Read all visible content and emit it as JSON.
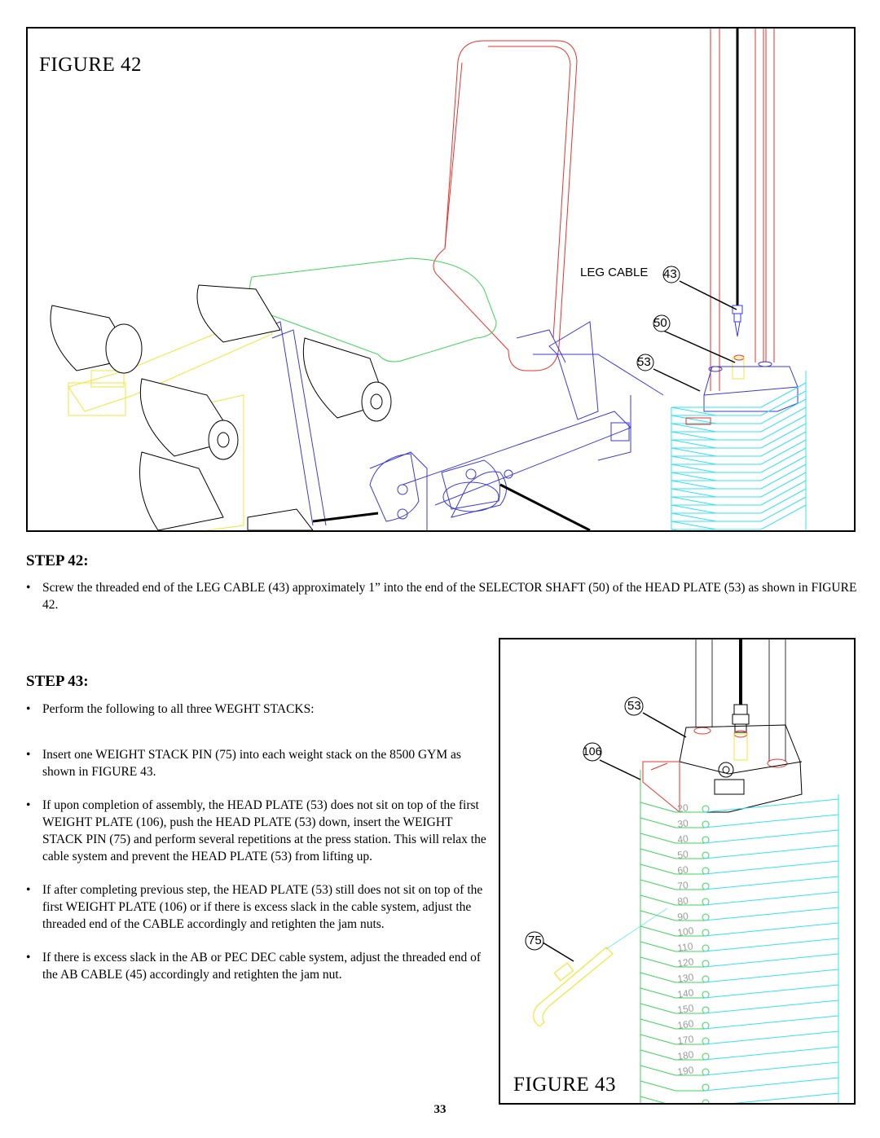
{
  "figure42": {
    "title": "FIGURE 42",
    "callouts": {
      "leg_cable": "LEG CABLE",
      "n43": "43",
      "n50": "50",
      "n53": "53"
    }
  },
  "step42": {
    "heading": "STEP 42:",
    "bullets": [
      "Screw the threaded end of the LEG CABLE (43)  approximately 1” into the end of the SELECTOR SHAFT (50) of the HEAD PLATE (53) as shown in FIGURE 42."
    ]
  },
  "step43": {
    "heading": "STEP 43:",
    "bullets": [
      "Perform the following to all three WEGHT STACKS:",
      "Insert one WEIGHT STACK PIN (75) into each weight stack on the 8500 GYM as shown in FIGURE 43.",
      " If upon completion of assembly, the HEAD PLATE (53) does not sit on top of the first WEIGHT PLATE (106), push the HEAD PLATE (53) down, insert the WEIGHT STACK PIN (75) and perform several repetitions at the press station. This will relax the cable system and prevent the HEAD PLATE (53) from lifting up.",
      " If after completing previous step, the HEAD PLATE (53) still does not sit on top of the first WEIGHT PLATE (106) or if there is excess slack in the cable system, adjust the threaded end of the CABLE  accordingly and retighten the jam nuts.",
      "If there is excess slack in the AB or PEC DEC cable system, adjust the threaded end of the AB CABLE (45) accordingly and retighten the jam nut."
    ]
  },
  "figure43": {
    "title": "FIGURE 43",
    "callouts": {
      "n53": "53",
      "n106": "106",
      "n75": "75"
    },
    "plate_labels": [
      "20",
      "30",
      "40",
      "50",
      "60",
      "70",
      "80",
      "90",
      "100",
      "110",
      "120",
      "130",
      "140",
      "150",
      "160",
      "170",
      "180",
      "190"
    ]
  },
  "page_number": "33",
  "colors": {
    "cyan": "#33e0f0",
    "red": "#e8322e",
    "green": "#3ed45a",
    "blue": "#3a3ad8",
    "yellow": "#f0e63c"
  }
}
